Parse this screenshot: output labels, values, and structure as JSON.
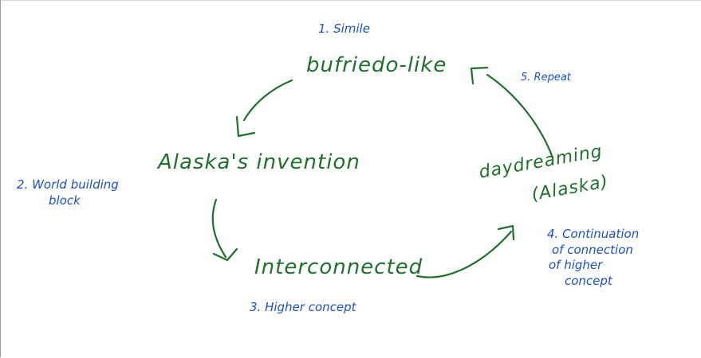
{
  "nodes": {
    "bufriedo": "bufriedo-like",
    "alaska_invention": "Alaska's invention",
    "interconnected": "Interconnected",
    "daydreaming_line1": "daydreaming",
    "daydreaming_line2": "(Alaska)"
  },
  "annotations": {
    "simile": "1. Simile",
    "world_building_line1": "2. World building",
    "world_building_line2": "block",
    "higher_concept": "3. Higher concept",
    "continuation_line1": "4. Continuation",
    "continuation_line2": "of connection",
    "continuation_line3": "of higher",
    "continuation_line4": "concept",
    "repeat": "5. Repeat"
  },
  "colors": {
    "node_ink": "#1f6f2a",
    "annotation_ink": "#1a4fc4",
    "background": "#ffffff"
  }
}
